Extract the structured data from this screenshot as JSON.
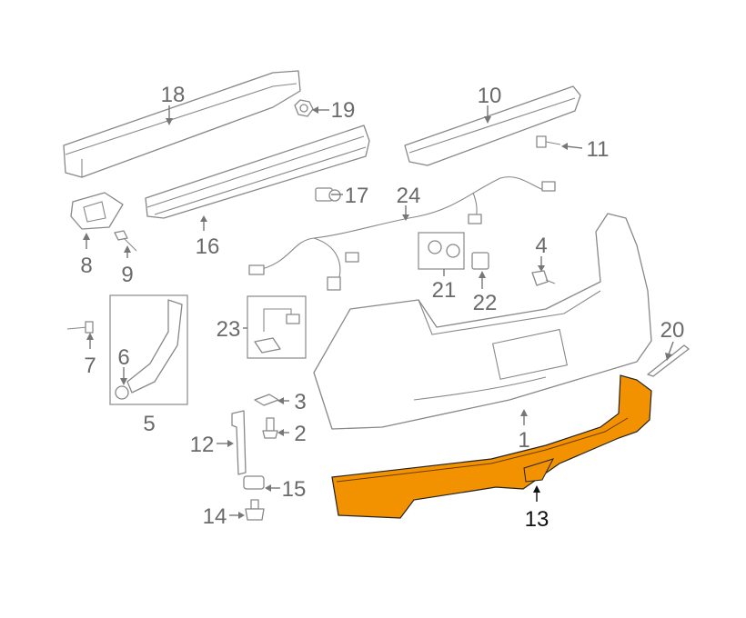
{
  "diagram": {
    "labels": {
      "p1": "1",
      "p2": "2",
      "p3": "3",
      "p4": "4",
      "p5": "5",
      "p6": "6",
      "p7": "7",
      "p8": "8",
      "p9": "9",
      "p10": "10",
      "p11": "11",
      "p12": "12",
      "p13": "13",
      "p14": "14",
      "p15": "15",
      "p16": "16",
      "p17": "17",
      "p18": "18",
      "p19": "19",
      "p20": "20",
      "p21": "21",
      "p22": "22",
      "p23": "23",
      "p24": "24"
    },
    "highlight_part": "13",
    "highlight_color": "#f39200"
  }
}
